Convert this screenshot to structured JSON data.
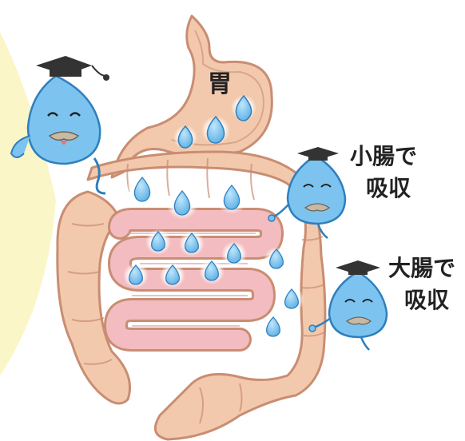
{
  "labels": {
    "stomach": "胃",
    "small_intestine_line1": "小腸で",
    "small_intestine_line2": "吸収",
    "large_intestine_line1": "大腸で",
    "large_intestine_line2": "吸収"
  },
  "colors": {
    "background_panel": "#fbf6c8",
    "organ_fill": "#f3c9ad",
    "organ_stroke": "#c98d72",
    "small_intestine_fill": "#f2bcc0",
    "droplet_blue": "#7cc4ef",
    "droplet_dark": "#2f7fbe",
    "droplet_glow": "#ffffff",
    "mustache": "#c7b9a3"
  }
}
